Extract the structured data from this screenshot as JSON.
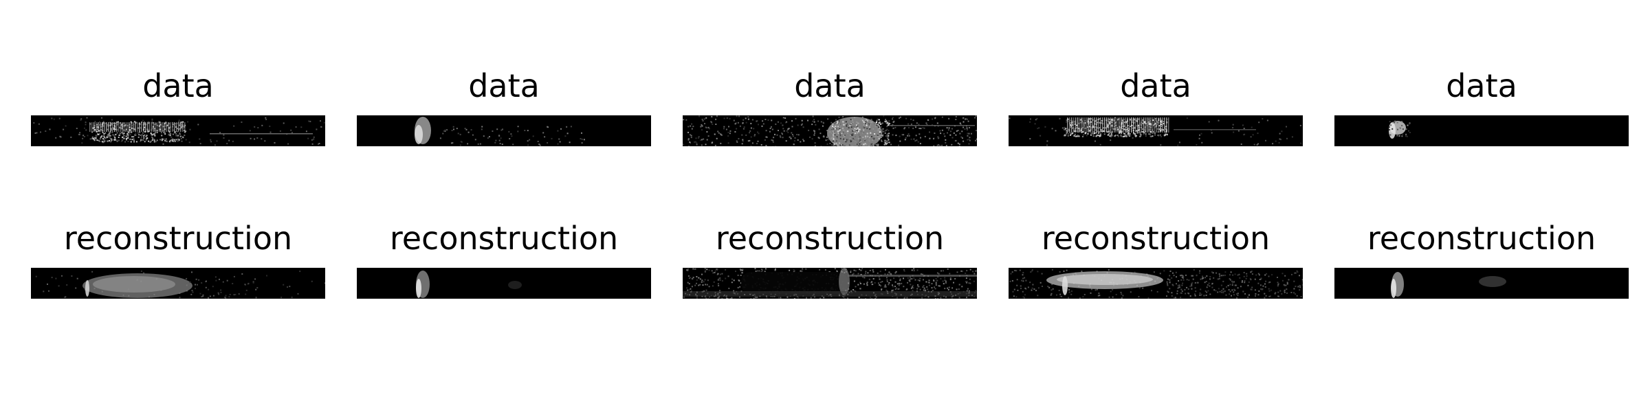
{
  "figure": {
    "rows": [
      {
        "role": "data",
        "panels": [
          {
            "title": "data"
          },
          {
            "title": "data"
          },
          {
            "title": "data"
          },
          {
            "title": "data"
          },
          {
            "title": "data"
          }
        ]
      },
      {
        "role": "reconstruction",
        "panels": [
          {
            "title": "reconstruction"
          },
          {
            "title": "reconstruction"
          },
          {
            "title": "reconstruction"
          },
          {
            "title": "reconstruction"
          },
          {
            "title": "reconstruction"
          }
        ]
      }
    ]
  },
  "colors": {
    "background": "#ffffff",
    "image_background": "#000000",
    "title_text": "#000000"
  }
}
